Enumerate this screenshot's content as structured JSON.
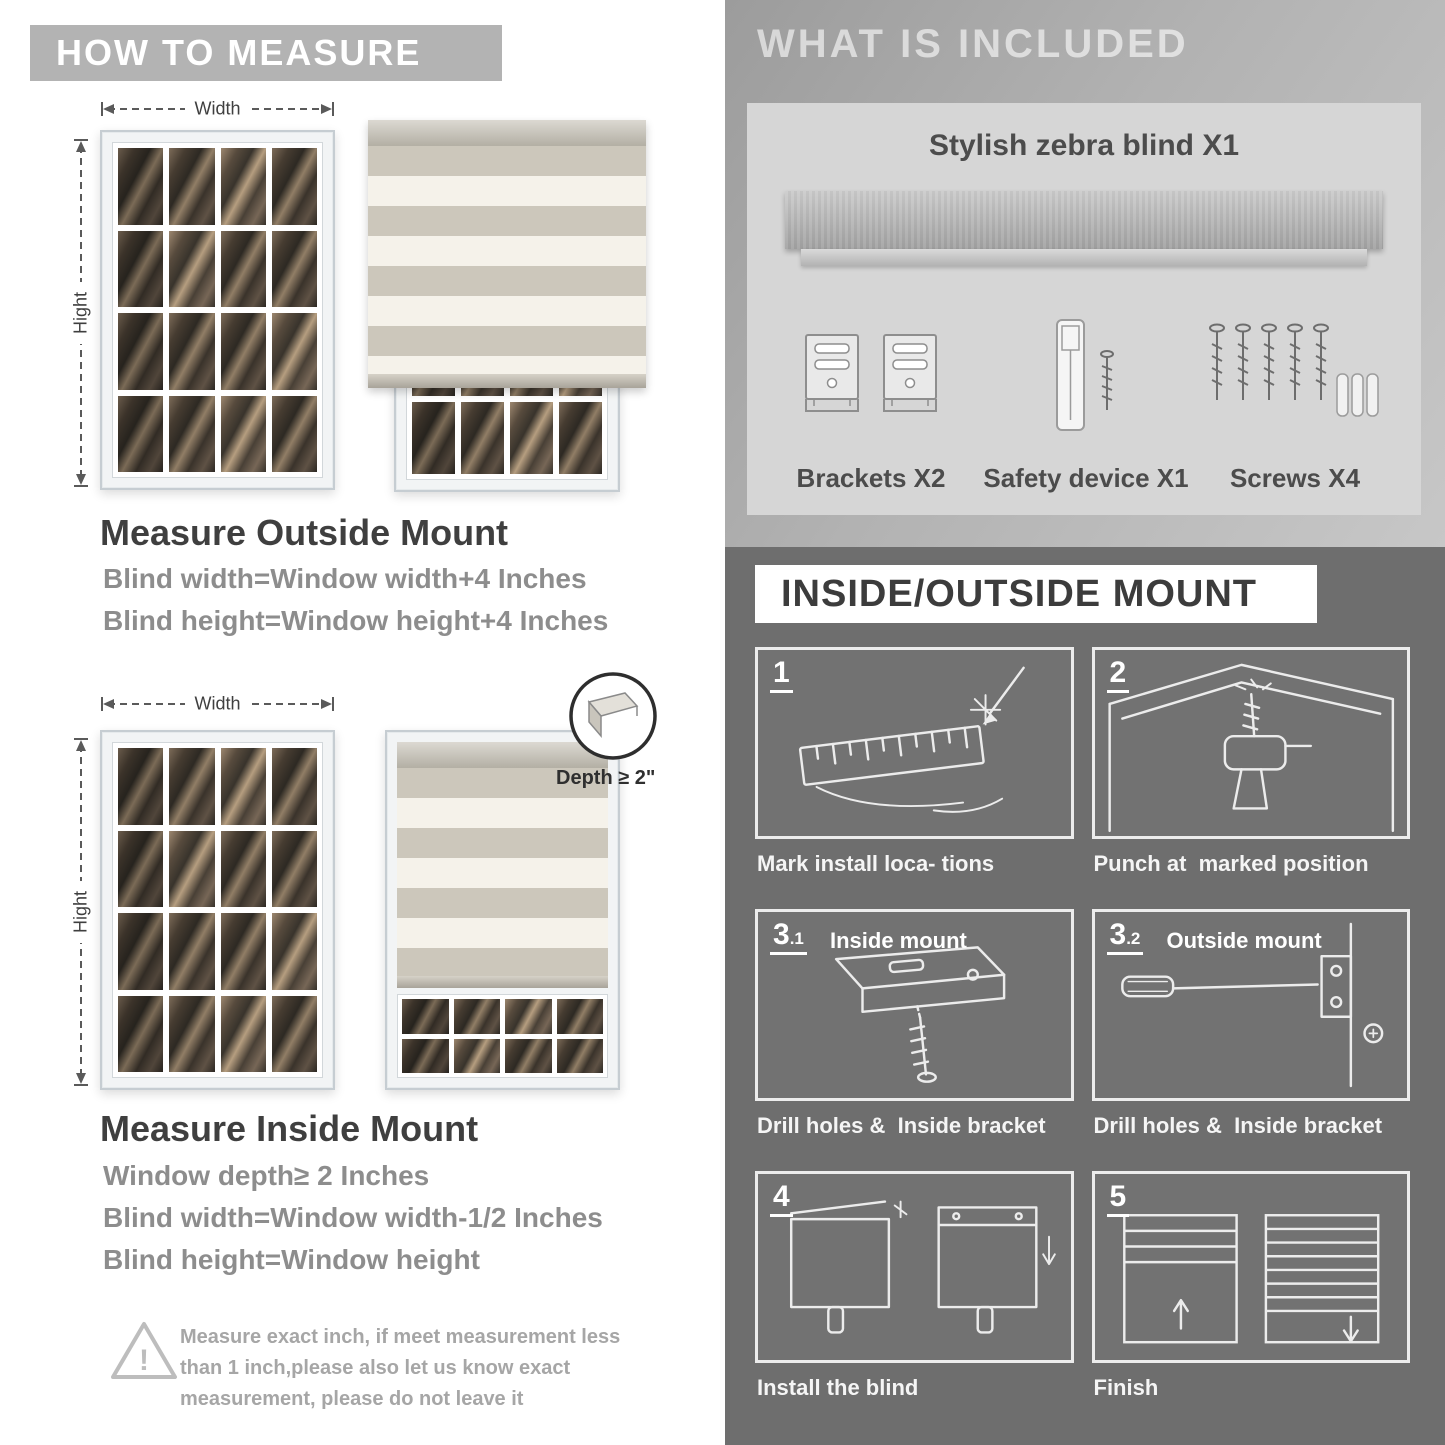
{
  "measure": {
    "header": "HOW TO MEASURE",
    "outside": {
      "width_label": "Width",
      "height_label": "Hight",
      "title": "Measure Outside Mount",
      "lines": [
        "Blind width=Window width+4 Inches",
        "Blind height=Window height+4 Inches"
      ]
    },
    "inside": {
      "width_label": "Width",
      "height_label": "Hight",
      "depth_label": "Depth ≥ 2\"",
      "title": "Measure Inside Mount",
      "lines": [
        "Window depth≥ 2 Inches",
        "Blind width=Window width-1/2 Inches",
        "Blind height=Window height"
      ]
    },
    "note": "Measure exact inch, if meet measurement less than 1 inch,please also let us know exact measurement, please do not leave it"
  },
  "included": {
    "header": "WHAT IS INCLUDED",
    "blind_label": "Stylish zebra blind X1",
    "items": [
      {
        "label": "Brackets X2"
      },
      {
        "label": "Safety device X1"
      },
      {
        "label": "Screws X4"
      }
    ]
  },
  "mount": {
    "header": "INSIDE/OUTSIDE MOUNT",
    "steps": [
      {
        "num": "1",
        "caption": "Mark install loca- tions"
      },
      {
        "num": "2",
        "caption": "Punch at  marked position"
      },
      {
        "num": "3",
        "sub": ".1",
        "title": "Inside mount",
        "caption": "Drill holes &  Inside bracket"
      },
      {
        "num": "3",
        "sub": ".2",
        "title": "Outside mount",
        "caption": "Drill holes &  Inside bracket"
      },
      {
        "num": "4",
        "caption": "Install the blind"
      },
      {
        "num": "5",
        "caption": "Finish"
      }
    ]
  },
  "colors": {
    "banner_gray": "#b3b3b3",
    "dark_panel": "#6e6e6e",
    "light_panel": "#d6d6d6",
    "heading_text": "#3f3f3f",
    "body_text": "#8d8d8d",
    "stripe_gray": "#ccc7bb",
    "stripe_light": "#f5f2ea"
  }
}
